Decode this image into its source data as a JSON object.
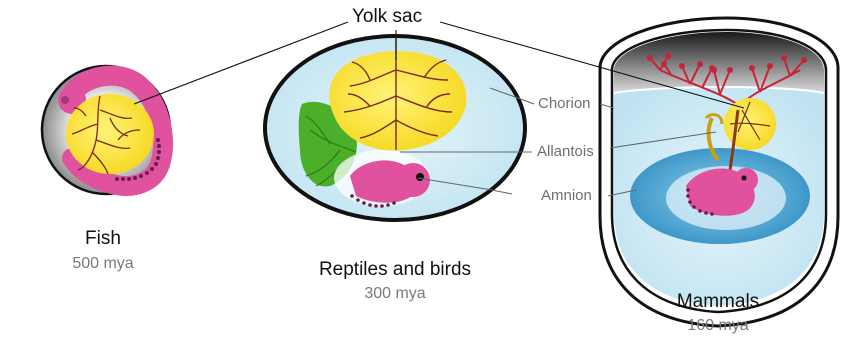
{
  "header": {
    "label": "Yolk sac"
  },
  "callouts": {
    "chorion": "Chorion",
    "allantois": "Allantois",
    "amnion": "Amnion"
  },
  "groups": [
    {
      "name": "Fish",
      "age": "500 mya"
    },
    {
      "name": "Reptiles and birds",
      "age": "300 mya"
    },
    {
      "name": "Mammals",
      "age": "160 mya"
    }
  ],
  "colors": {
    "yolk": "#ffe84a",
    "vessels": "#7a2a12",
    "embryo": "#e0519e",
    "chorion_fluid": "#cfeaf5",
    "amnion_fluid": "#3aa0d0",
    "allantois": "#4caf2a",
    "placenta": "#c7243a"
  }
}
